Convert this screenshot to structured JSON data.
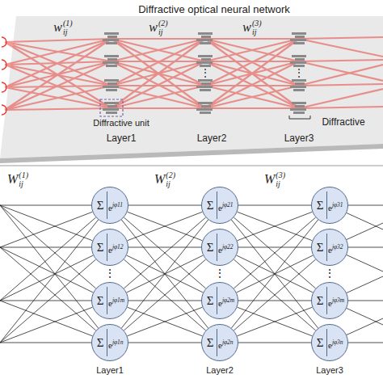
{
  "diagram": {
    "nodes": [
      {
        "text": [
          "Σ",
          "e",
          "jφ11"
        ]
      },
      {
        "text": [
          "Σ",
          "e",
          "jφ12"
        ]
      },
      {
        "text": [
          "Σ",
          "e",
          "jφ1m"
        ]
      },
      {
        "text": [
          "Σ",
          "e",
          "jφ1n"
        ]
      },
      {
        "text": [
          "Σ",
          "e",
          "jφ21"
        ]
      },
      {
        "text": [
          "Σ",
          "e",
          "jφ22"
        ]
      },
      {
        "text": [
          "Σ",
          "e",
          "jφ2m"
        ]
      },
      {
        "text": [
          "Σ",
          "e",
          "jφ2n"
        ]
      },
      {
        "text": [
          "Σ",
          "e",
          "jφ31"
        ]
      },
      {
        "text": [
          "Σ",
          "e",
          "jφ32"
        ]
      },
      {
        "text": [
          "Σ",
          "e",
          "jφ3m"
        ]
      },
      {
        "text": [
          "Σ",
          "e",
          "jφ3n"
        ]
      }
    ],
    "edges": [
      {
        "from": 0,
        "to": 4,
        "arrow": "none"
      },
      {
        "from": 0,
        "to": 5,
        "arrow": "none"
      },
      {
        "from": 0,
        "to": 6,
        "arrow": "none"
      },
      {
        "from": 0,
        "to": 7,
        "arrow": "none"
      },
      {
        "from": 1,
        "to": 4,
        "arrow": "none"
      },
      {
        "from": 1,
        "to": 5,
        "arrow": "none"
      },
      {
        "from": 1,
        "to": 6,
        "arrow": "none"
      },
      {
        "from": 1,
        "to": 7,
        "arrow": "none"
      },
      {
        "from": 2,
        "to": 4,
        "arrow": "none"
      },
      {
        "from": 2,
        "to": 5,
        "arrow": "none"
      },
      {
        "from": 2,
        "to": 6,
        "arrow": "none"
      },
      {
        "from": 2,
        "to": 7,
        "arrow": "none"
      },
      {
        "from": 3,
        "to": 4,
        "arrow": "none"
      },
      {
        "from": 3,
        "to": 5,
        "arrow": "none"
      },
      {
        "from": 3,
        "to": 6,
        "arrow": "none"
      },
      {
        "from": 3,
        "to": 7,
        "arrow": "none"
      },
      {
        "from": 4,
        "to": 8,
        "arrow": "none"
      },
      {
        "from": 4,
        "to": 9,
        "arrow": "none"
      },
      {
        "from": 4,
        "to": 10,
        "arrow": "none"
      },
      {
        "from": 4,
        "to": 11,
        "arrow": "none"
      },
      {
        "from": 5,
        "to": 8,
        "arrow": "none"
      },
      {
        "from": 5,
        "to": 9,
        "arrow": "none"
      },
      {
        "from": 5,
        "to": 10,
        "arrow": "none"
      },
      {
        "from": 5,
        "to": 11,
        "arrow": "none"
      },
      {
        "from": 6,
        "to": 8,
        "arrow": "none"
      },
      {
        "from": 6,
        "to": 9,
        "arrow": "none"
      },
      {
        "from": 6,
        "to": 10,
        "arrow": "none"
      },
      {
        "from": 6,
        "to": 11,
        "arrow": "none"
      },
      {
        "from": 7,
        "to": 8,
        "arrow": "none"
      },
      {
        "from": 7,
        "to": 9,
        "arrow": "none"
      },
      {
        "from": 7,
        "to": 10,
        "arrow": "none"
      },
      {
        "from": 7,
        "to": 11,
        "arrow": "none"
      }
    ],
    "labels": [
      "Diffractive optical neural network",
      "w",
      "(1)",
      "ij",
      "w",
      "(2)",
      "ij",
      "w",
      "(3)",
      "ij",
      "⋮",
      "⋮",
      "Diffractive unit",
      "Layer1",
      "Layer2",
      "Layer3",
      "Diffractive",
      "W",
      "(1)",
      "ij",
      "W",
      "(2)",
      "ij",
      "W",
      "(3)",
      "ij",
      "⋮",
      "⋮",
      "⋮",
      "Layer1",
      "Layer2",
      "Layer3"
    ]
  }
}
